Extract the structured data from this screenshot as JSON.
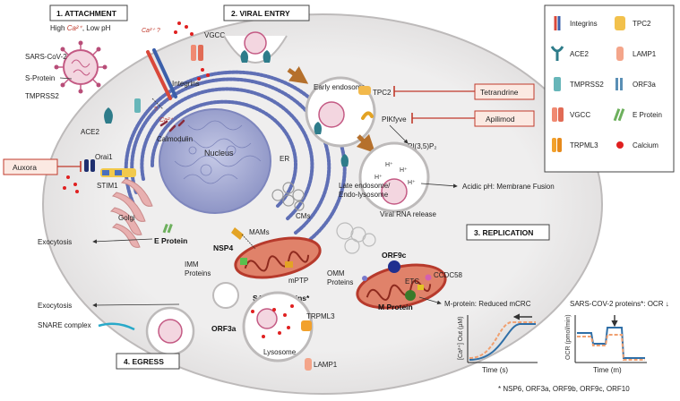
{
  "sections": {
    "attachment": "1. ATTACHMENT",
    "attachment_sub_a": "High ",
    "attachment_sub_ca": "Ca²⁺",
    "attachment_sub_b": ", Low pH",
    "viral_entry": "2. VIRAL ENTRY",
    "replication": "3. REPLICATION",
    "egress": "4. EGRESS"
  },
  "labels": {
    "sars_cov2": "SARS-CoV-2",
    "s_protein": "S-Protein",
    "tmprss2": "TMPRSS2",
    "ace2": "ACE2",
    "integrins": "Integrins",
    "vgcc": "VGCC",
    "ca_q": "Ca²⁺ ?",
    "ca": "Ca²⁺",
    "question": "?",
    "calmodulin": "Calmodulin",
    "early_endosome": "Early endosome",
    "tpc2": "TPC2",
    "pikfyve": "PIKfyve",
    "pi35p2": "PI(3,5)P₂",
    "h_plus": "H⁺",
    "late_endosome_1": "Late endosome/",
    "late_endosome_2": "Endo-lysosome",
    "acidic_ph": "Acidic pH: Membrane Fusion",
    "viral_rna": "Viral RNA release",
    "nucleus": "Nucleus",
    "er": "ER",
    "orai1": "Orai1",
    "stim1": "STIM1",
    "golgi": "Golgi",
    "cms": "CMs",
    "mams": "MAMs",
    "nsp4": "NSP4",
    "e_protein": "E Protein",
    "exocytosis_1": "Exocytosis",
    "exocytosis_2": "Exocytosis",
    "imm_1": "IMM",
    "imm_2": "Proteins",
    "mptp": "mPTP",
    "sars_proteins": "SARS Proteins*",
    "orf9c": "ORF9c",
    "omm_1": "OMM",
    "omm_2": "Proteins",
    "etc": "ETC",
    "ccdc58": "CCDC58",
    "m_protein": "M Protein",
    "m_protein_note": "M-protein: Reduced mCRC",
    "snare": "SNARE complex",
    "orf3a": "ORF3a",
    "trpml3": "TRPML3",
    "lysosome": "Lysosome",
    "lamp1": "LAMP1",
    "footnote": "* NSP6, ORF3a, ORF9b, ORF9c, ORF10"
  },
  "drugs": {
    "auxora": "Auxora",
    "tetrandrine": "Tetrandrine",
    "apilimod": "Apilimod"
  },
  "legend": [
    {
      "label": "Integrins",
      "icon": "integrin-icon"
    },
    {
      "label": "TPC2",
      "icon": "tpc2-icon"
    },
    {
      "label": "ACE2",
      "icon": "ace2-icon"
    },
    {
      "label": "LAMP1",
      "icon": "lamp1-icon"
    },
    {
      "label": "TMPRSS2",
      "icon": "tmprss2-icon"
    },
    {
      "label": "ORF3a",
      "icon": "orf3a-icon"
    },
    {
      "label": "VGCC",
      "icon": "vgcc-icon"
    },
    {
      "label": "E Protein",
      "icon": "e-protein-icon"
    },
    {
      "label": "TRPML3",
      "icon": "trpml3-icon"
    },
    {
      "label": "Calcium",
      "icon": "calcium-icon"
    }
  ],
  "plot1": {
    "ylabel": "[Ca²⁺] Out (µM)",
    "xlabel": "Time (s)"
  },
  "plot2": {
    "title": "SARS-COV-2 proteins*: OCR ↓",
    "ylabel": "OCR (pmol/min)",
    "xlabel": "Time (m)"
  },
  "colors": {
    "cell_fill": "#ecebeb",
    "nucleus": "#9ea4cf",
    "er": "#5f6fb5",
    "mito": "#c0392b",
    "virus": "#c45a84",
    "drug_line": "#c0392b",
    "arrow": "#b5702c",
    "calcium": "#e02020",
    "curve_blue": "#2f6fa7",
    "curve_orange": "#f0a070"
  }
}
